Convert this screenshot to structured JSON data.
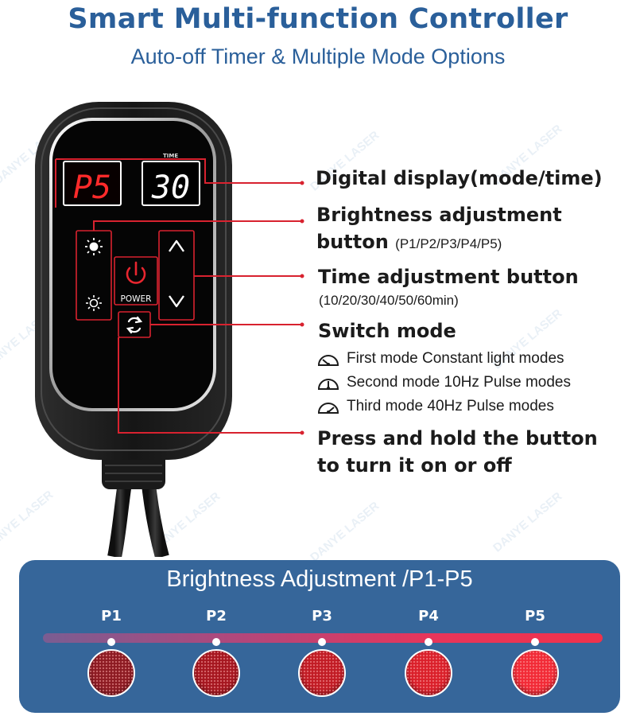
{
  "header": {
    "title": "Smart Multi-function Controller",
    "subtitle": "Auto-off Timer & Multiple Mode Options"
  },
  "watermark": "DANYE LASER",
  "device": {
    "time_caption": "TIME",
    "mode_readout": "P5",
    "time_readout": "30",
    "power_label": "POWER",
    "brightness_up_icon": "sun-bright-icon",
    "brightness_down_icon": "sun-dim-icon",
    "time_up_icon": "chevron-up-icon",
    "time_down_icon": "chevron-down-icon",
    "mode_switch_icon": "refresh-icon",
    "power_icon": "power-icon"
  },
  "callouts": {
    "display": "Digital display(mode/time)",
    "brightness_line1": "Brightness adjustment",
    "brightness_line2": "button",
    "brightness_note": "(P1/P2/P3/P4/P5)",
    "time_title": "Time adjustment button",
    "time_note": "(10/20/30/40/50/60min)",
    "switch_title": "Switch mode",
    "modes": [
      {
        "text": "First mode Constant light modes",
        "icon": "gauge-low-icon"
      },
      {
        "text": "Second mode 10Hz Pulse modes",
        "icon": "gauge-mid-icon"
      },
      {
        "text": "Third mode 40Hz Pulse modes",
        "icon": "gauge-high-icon"
      }
    ],
    "power_line1": "Press and hold the button",
    "power_line2": "to turn it on or off"
  },
  "brightness_panel": {
    "title": "Brightness Adjustment /P1-P5",
    "levels": [
      {
        "label": "P1",
        "color": "#8c1a22"
      },
      {
        "label": "P2",
        "color": "#a5161f"
      },
      {
        "label": "P3",
        "color": "#c11b24"
      },
      {
        "label": "P4",
        "color": "#da1f2a"
      },
      {
        "label": "P5",
        "color": "#f22a36"
      }
    ]
  },
  "colors": {
    "title_blue": "#2a5f9a",
    "panel_blue": "#36669a",
    "callout_red": "#d8222f",
    "led_red": "#ff2a2a"
  }
}
